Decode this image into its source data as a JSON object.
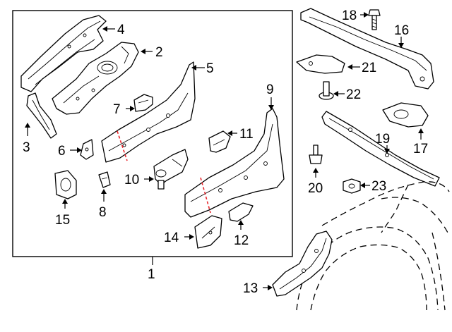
{
  "callouts": {
    "assembly": "1",
    "part2": "2",
    "part3": "3",
    "part4": "4",
    "part5": "5",
    "part6": "6",
    "part7": "7",
    "part8": "8",
    "part9": "9",
    "part10": "10",
    "part11": "11",
    "part12": "12",
    "part13": "13",
    "part14": "14",
    "part15": "15",
    "part16": "16",
    "part17": "17",
    "part18": "18",
    "part19": "19",
    "part20": "20",
    "part21": "21",
    "part22": "22",
    "part23": "23"
  },
  "colors": {
    "line": "#000000",
    "cut_mark": "#e8262c",
    "background": "#ffffff"
  }
}
